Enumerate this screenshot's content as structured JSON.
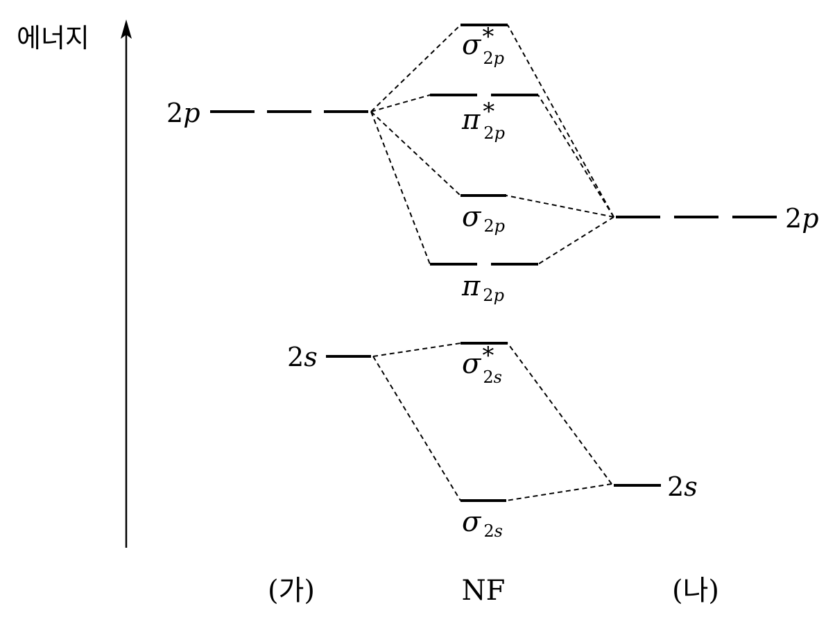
{
  "axis": {
    "label": "에너지"
  },
  "columns": {
    "left": "(가)",
    "center": "NF",
    "right": "(나)"
  },
  "atom_left": {
    "p_label_num": "2",
    "p_label_var": "p",
    "s_label_num": "2",
    "s_label_var": "s"
  },
  "atom_right": {
    "p_label_num": "2",
    "p_label_var": "p",
    "s_label_num": "2",
    "s_label_var": "s"
  },
  "mo": {
    "sigma_star_2p": {
      "symbol": "σ",
      "star": "*",
      "sub_num": "2",
      "sub_var": "p"
    },
    "pi_star_2p": {
      "symbol": "π",
      "star": "*",
      "sub_num": "2",
      "sub_var": "p"
    },
    "sigma_2p": {
      "symbol": "σ",
      "sub_num": "2",
      "sub_var": "p"
    },
    "pi_2p": {
      "symbol": "π",
      "sub_num": "2",
      "sub_var": "p"
    },
    "sigma_star_2s": {
      "symbol": "σ",
      "star": "*",
      "sub_num": "2",
      "sub_var": "s"
    },
    "sigma_2s": {
      "symbol": "σ",
      "sub_num": "2",
      "sub_var": "s"
    }
  }
}
